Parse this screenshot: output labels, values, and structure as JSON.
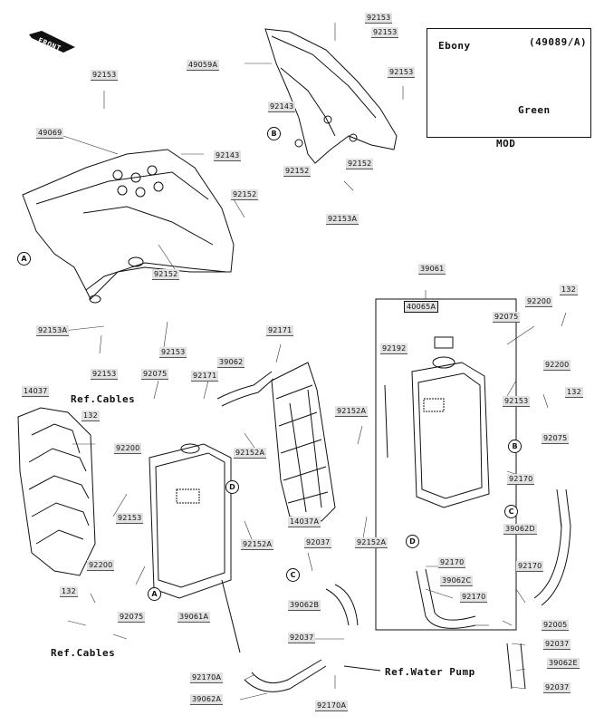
{
  "diagram": {
    "front_label": "FRONT",
    "notes": {
      "ref_cables_top": "Ref.Cables",
      "ref_cables_bottom": "Ref.Cables",
      "ref_water_pump": "Ref.Water Pump",
      "inset_ebony": "Ebony",
      "inset_green": "Green",
      "inset_code": "(49089/A)",
      "inset_mod": "MOD"
    },
    "parts": [
      {
        "id": "p1",
        "label": "92153"
      },
      {
        "id": "p2",
        "label": "92153"
      },
      {
        "id": "p3",
        "label": "49059A"
      },
      {
        "id": "p4",
        "label": "92153"
      },
      {
        "id": "p5",
        "label": "92153"
      },
      {
        "id": "p6",
        "label": "92143"
      },
      {
        "id": "p7",
        "label": "49069"
      },
      {
        "id": "p8",
        "label": "92143"
      },
      {
        "id": "p9",
        "label": "92152"
      },
      {
        "id": "p10",
        "label": "92152"
      },
      {
        "id": "p11",
        "label": "92152"
      },
      {
        "id": "p12",
        "label": "92152"
      },
      {
        "id": "p13",
        "label": "92153A"
      },
      {
        "id": "p14",
        "label": "39061"
      },
      {
        "id": "p15",
        "label": "40065A"
      },
      {
        "id": "p16",
        "label": "132"
      },
      {
        "id": "p17",
        "label": "92200"
      },
      {
        "id": "p18",
        "label": "92075"
      },
      {
        "id": "p19",
        "label": "92153A"
      },
      {
        "id": "p20",
        "label": "92153"
      },
      {
        "id": "p21",
        "label": "92153"
      },
      {
        "id": "p22",
        "label": "92171"
      },
      {
        "id": "p23",
        "label": "92192"
      },
      {
        "id": "p24",
        "label": "92153"
      },
      {
        "id": "p25",
        "label": "92200"
      },
      {
        "id": "p26",
        "label": "14037"
      },
      {
        "id": "p27",
        "label": "92075"
      },
      {
        "id": "p28",
        "label": "92171"
      },
      {
        "id": "p29",
        "label": "39062"
      },
      {
        "id": "p30",
        "label": "132"
      },
      {
        "id": "p31",
        "label": "132"
      },
      {
        "id": "p32",
        "label": "92200"
      },
      {
        "id": "p33",
        "label": "92152A"
      },
      {
        "id": "p34",
        "label": "92152A"
      },
      {
        "id": "p35",
        "label": "92075"
      },
      {
        "id": "p36",
        "label": "92153"
      },
      {
        "id": "p37",
        "label": "92170"
      },
      {
        "id": "p38",
        "label": "14037A"
      },
      {
        "id": "p39",
        "label": "39062D"
      },
      {
        "id": "p40",
        "label": "92200"
      },
      {
        "id": "p41",
        "label": "92037"
      },
      {
        "id": "p42",
        "label": "92152A"
      },
      {
        "id": "p43",
        "label": "92152A"
      },
      {
        "id": "p44",
        "label": "92170"
      },
      {
        "id": "p45",
        "label": "132"
      },
      {
        "id": "p46",
        "label": "39062C"
      },
      {
        "id": "p47",
        "label": "92170"
      },
      {
        "id": "p48",
        "label": "92075"
      },
      {
        "id": "p49",
        "label": "39062B"
      },
      {
        "id": "p50",
        "label": "39061A"
      },
      {
        "id": "p51",
        "label": "92170"
      },
      {
        "id": "p52",
        "label": "92005"
      },
      {
        "id": "p53",
        "label": "92037"
      },
      {
        "id": "p54",
        "label": "92037"
      },
      {
        "id": "p55",
        "label": "39062E"
      },
      {
        "id": "p56",
        "label": "92170A"
      },
      {
        "id": "p57",
        "label": "39062A"
      },
      {
        "id": "p58",
        "label": "92170A"
      },
      {
        "id": "p59",
        "label": "92037"
      }
    ],
    "markers": [
      {
        "id": "m1",
        "label": "A"
      },
      {
        "id": "m2",
        "label": "B"
      },
      {
        "id": "m3",
        "label": "B"
      },
      {
        "id": "m4",
        "label": "D"
      },
      {
        "id": "m5",
        "label": "C"
      },
      {
        "id": "m6",
        "label": "D"
      },
      {
        "id": "m7",
        "label": "A"
      },
      {
        "id": "m8",
        "label": "C"
      }
    ]
  }
}
